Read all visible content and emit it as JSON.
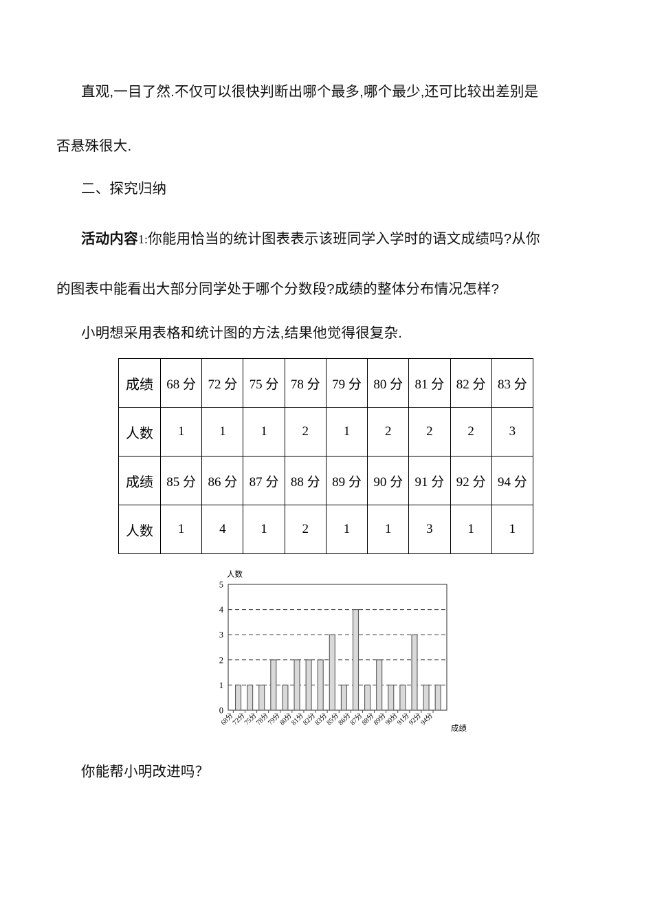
{
  "document": {
    "paragraphs": {
      "line1": "直观,一目了然.不仅可以很快判断出哪个最多,哪个最少,还可比较出差别是",
      "line2": "否悬殊很大.",
      "section_heading": "二、探究归纳",
      "activity_label": "活动内容",
      "activity_number": "1:",
      "activity_text_line1": "你能用恰当的统计图表表示该班同学入学时的语文成绩吗?从你",
      "activity_text_line2": "的图表中能看出大部分同学处于哪个分数段?成绩的整体分布情况怎样?",
      "line3": "小明想采用表格和统计图的方法,结果他觉得很复杂.",
      "line4": "你能帮小明改进吗？"
    },
    "table": {
      "row_label_score": "成绩",
      "row_label_count": "人数",
      "block1": {
        "scores": [
          "68 分",
          "72 分",
          "75 分",
          "78 分",
          "79 分",
          "80 分",
          "81 分",
          "82 分",
          "83 分"
        ],
        "counts": [
          "1",
          "1",
          "1",
          "2",
          "1",
          "2",
          "2",
          "2",
          "3"
        ]
      },
      "block2": {
        "scores": [
          "85 分",
          "86 分",
          "87 分",
          "88 分",
          "89 分",
          "90 分",
          "91 分",
          "92 分",
          "94 分"
        ],
        "counts": [
          "1",
          "4",
          "1",
          "2",
          "1",
          "1",
          "3",
          "1",
          "1"
        ]
      }
    }
  },
  "chart_data": {
    "type": "bar",
    "title": "",
    "xlabel": "成绩",
    "ylabel": "人数",
    "categories": [
      "68分",
      "72分",
      "75分",
      "78分",
      "79分",
      "80分",
      "81分",
      "82分",
      "83分",
      "85分",
      "86分",
      "87分",
      "88分",
      "89分",
      "90分",
      "91分",
      "92分",
      "94分"
    ],
    "values": [
      1,
      1,
      1,
      2,
      1,
      2,
      2,
      2,
      3,
      1,
      4,
      1,
      2,
      1,
      1,
      3,
      1,
      1
    ],
    "ylim": [
      0,
      5
    ],
    "yticks": [
      0,
      1,
      2,
      3,
      4,
      5
    ],
    "grid": "horizontal-dashed",
    "legend": "none",
    "bar_fill": "#d9d9d9",
    "bar_stroke": "#595959"
  }
}
